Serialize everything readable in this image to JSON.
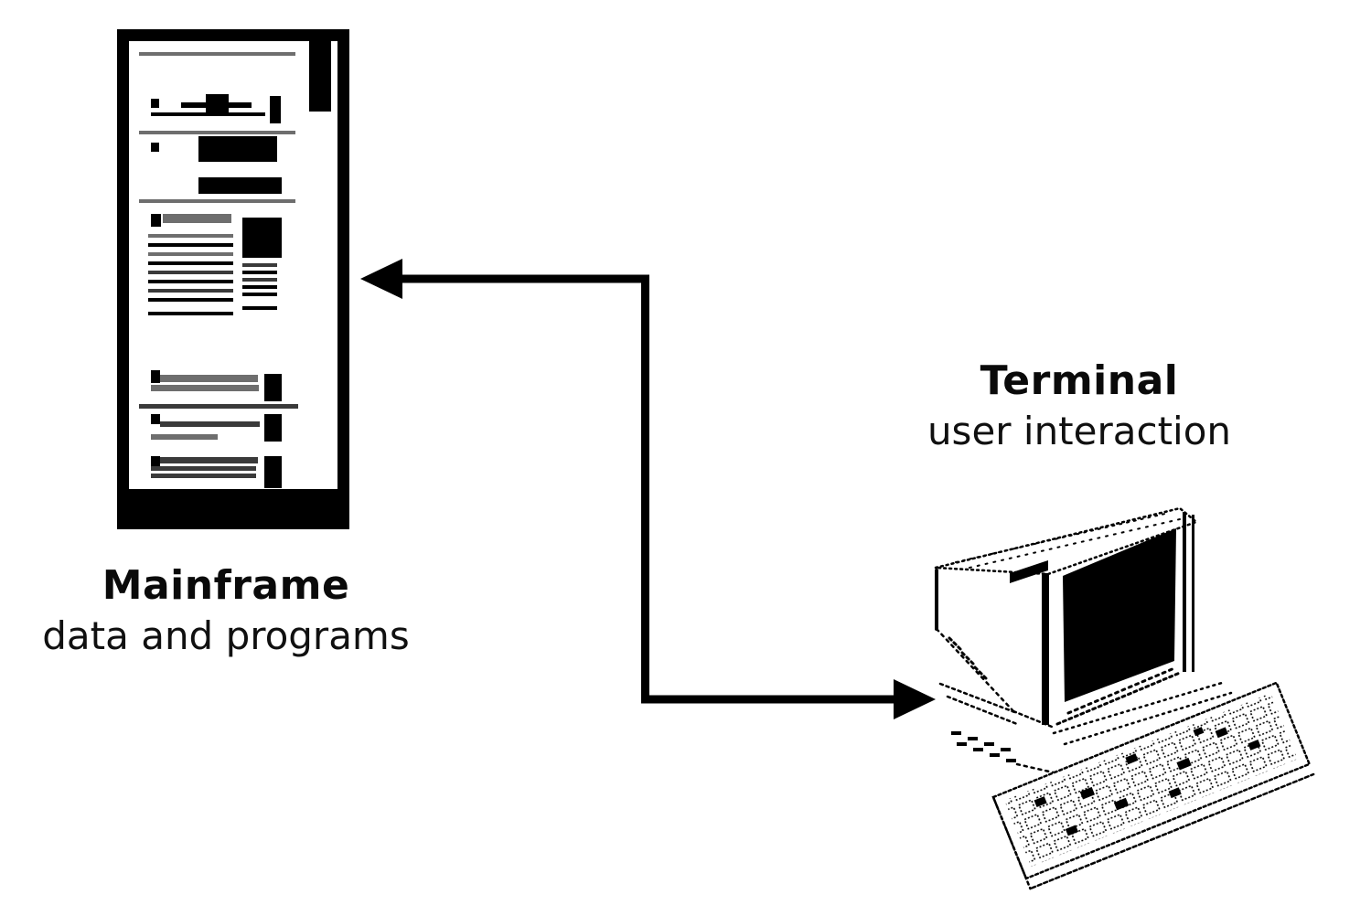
{
  "diagram": {
    "type": "architecture-diagram",
    "background_color": "#ffffff",
    "foreground_color": "#000000",
    "muted_line_color": "#6e6e6e",
    "nodes": [
      {
        "id": "mainframe",
        "label": "Mainframe",
        "sublabel": "data and programs",
        "icon": "mainframe-cabinet-document-icon"
      },
      {
        "id": "terminal",
        "label": "Terminal",
        "sublabel": "user interaction",
        "icon": "desktop-computer-keyboard-icon"
      }
    ],
    "connector": {
      "type": "elbow",
      "direction": "bidirectional",
      "between": [
        "mainframe",
        "terminal"
      ],
      "color": "#000000"
    }
  }
}
